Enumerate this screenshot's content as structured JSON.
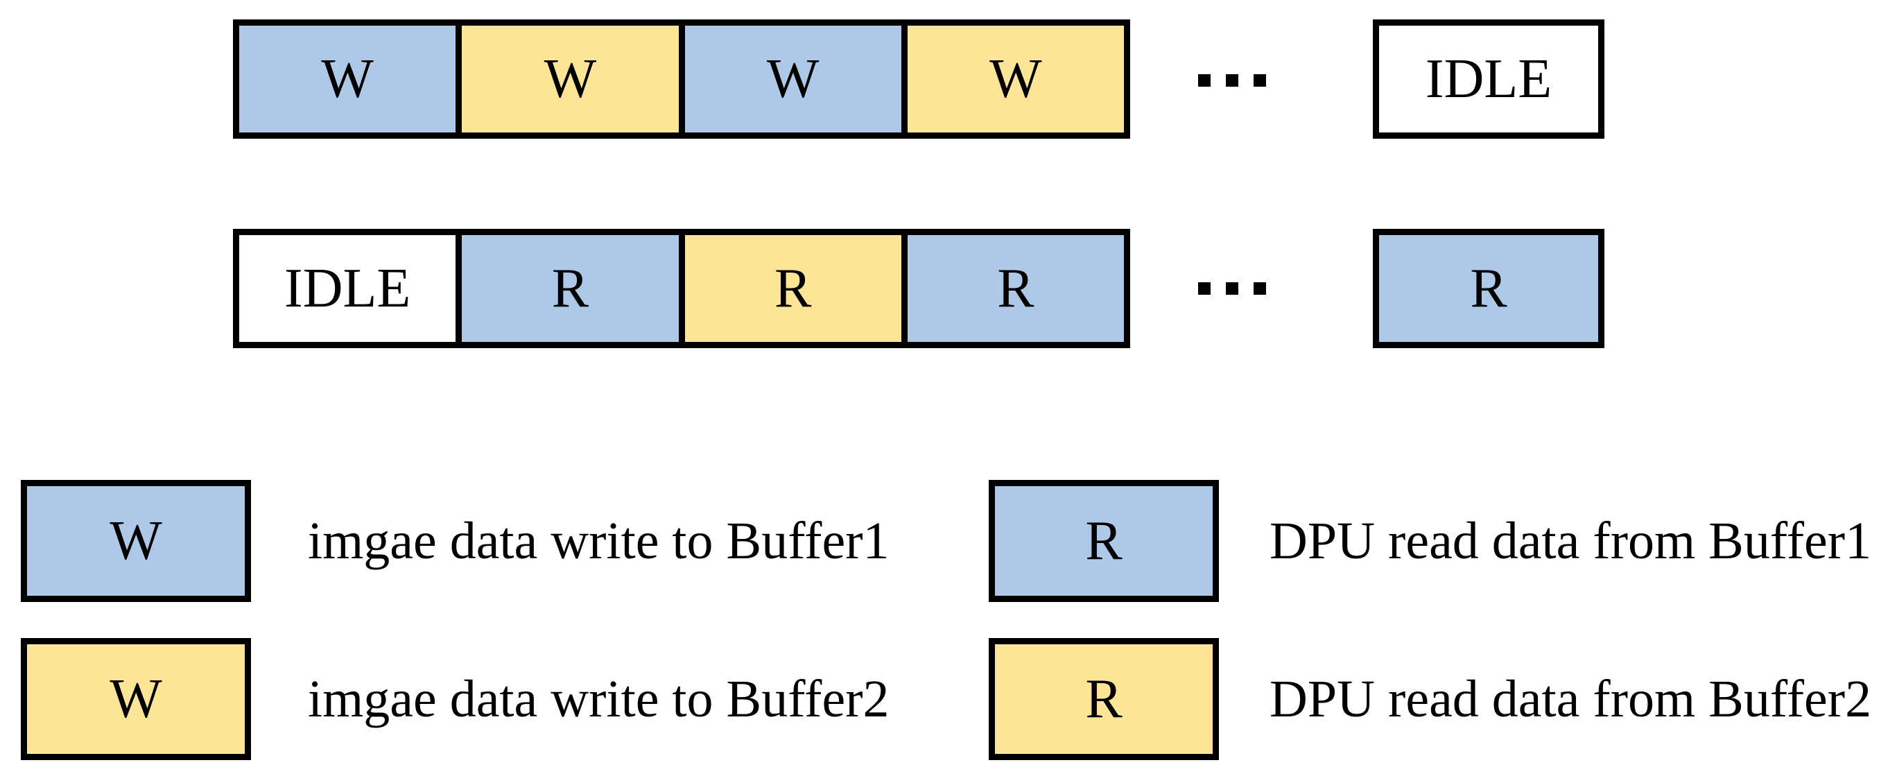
{
  "diagram": {
    "write_row": {
      "cells": [
        {
          "label": "W",
          "fill": "buffer1"
        },
        {
          "label": "W",
          "fill": "buffer2"
        },
        {
          "label": "W",
          "fill": "buffer1"
        },
        {
          "label": "W",
          "fill": "buffer2"
        }
      ],
      "ellipsis": "...",
      "end_cell": {
        "label": "IDLE",
        "fill": "idle"
      }
    },
    "read_row": {
      "cells": [
        {
          "label": "IDLE",
          "fill": "idle"
        },
        {
          "label": "R",
          "fill": "buffer1"
        },
        {
          "label": "R",
          "fill": "buffer2"
        },
        {
          "label": "R",
          "fill": "buffer1"
        }
      ],
      "ellipsis": "...",
      "end_cell": {
        "label": "R",
        "fill": "buffer1"
      }
    }
  },
  "legend": {
    "items": [
      {
        "swatch_label": "W",
        "fill": "buffer1",
        "description": "imgae data write to Buffer1"
      },
      {
        "swatch_label": "W",
        "fill": "buffer2",
        "description": "imgae data write to Buffer2"
      },
      {
        "swatch_label": "R",
        "fill": "buffer1",
        "description": "DPU read data from Buffer1"
      },
      {
        "swatch_label": "R",
        "fill": "buffer2",
        "description": "DPU read data from Buffer2"
      }
    ]
  },
  "colors": {
    "buffer1": "#AEC9E8",
    "buffer2": "#FCE596",
    "idle": "#FFFFFF",
    "border": "#000000",
    "background": "#FFFFFF",
    "text": "#000000"
  }
}
